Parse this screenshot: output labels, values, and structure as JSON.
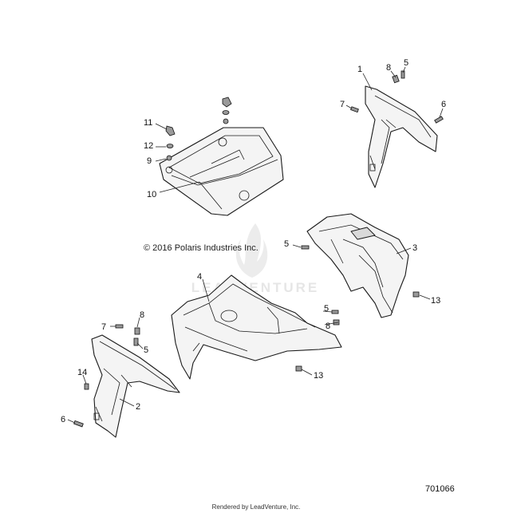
{
  "copyright": "© 2016 Polaris Industries Inc.",
  "watermark": "LEADVENTURE",
  "diagram_id": "701066",
  "footer": "Rendered by LeadVenture, Inc.",
  "callouts": {
    "c1": "1",
    "c2": "2",
    "c3": "3",
    "c4": "4",
    "c5a": "5",
    "c5b": "5",
    "c5c": "5",
    "c5d": "5",
    "c6a": "6",
    "c6b": "6",
    "c7a": "7",
    "c7b": "7",
    "c8a": "8",
    "c8b": "8",
    "c8c": "8",
    "c9": "9",
    "c10": "10",
    "c11": "11",
    "c12": "12",
    "c13a": "13",
    "c13b": "13",
    "c14": "14"
  }
}
